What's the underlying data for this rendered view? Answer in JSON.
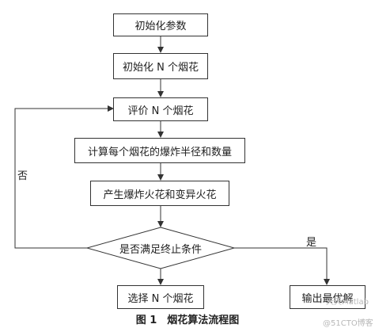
{
  "nodes": {
    "init_params": "初始化参数",
    "init_fireworks": "初始化 N 个烟花",
    "evaluate": "评价 N 个烟花",
    "compute": "计算每个烟花的爆炸半径和数量",
    "generate": "产生爆炸火花和变异火花",
    "decision": "是否满足终止条件",
    "select": "选择 N 个烟花",
    "output": "输出最优解"
  },
  "edge_labels": {
    "no": "否",
    "yes": "是"
  },
  "caption": "图 1　烟花算法流程图",
  "watermark": {
    "line1": "天天Matlab",
    "line2": "@51CTO博客"
  }
}
